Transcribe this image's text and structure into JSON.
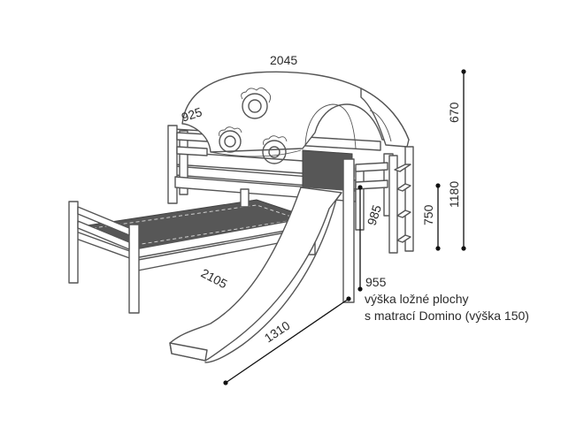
{
  "dimensions": {
    "width_top": "2045",
    "tent_depth": "925",
    "tent_height": "670",
    "total_height": "1180",
    "ladder_height": "750",
    "upper_depth": "985",
    "lower_length": "2105",
    "slide_length": "1310",
    "sleep_height": "955"
  },
  "note": {
    "line1": "výška ložné plochy",
    "line2": "s matrací Domino (výška 150)"
  },
  "colors": {
    "line": "#555555",
    "mattress": "#575757",
    "dimension": "#111111"
  }
}
